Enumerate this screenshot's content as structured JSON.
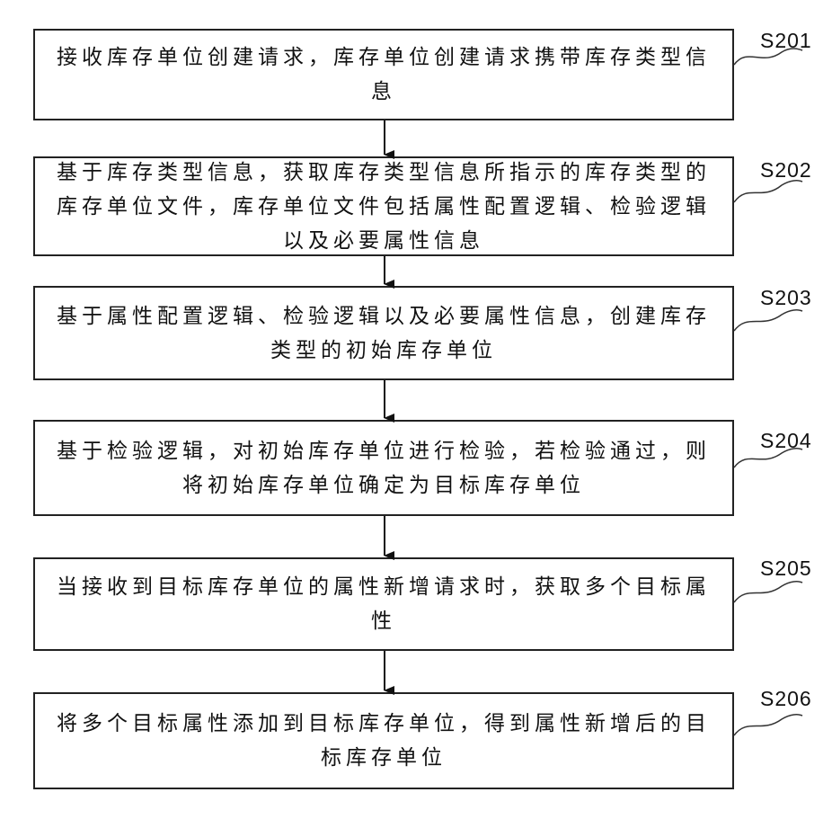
{
  "steps": [
    {
      "id": "S201",
      "text": "接收库存单位创建请求，库存单位创建请求携带库存类型信息"
    },
    {
      "id": "S202",
      "text": "基于库存类型信息，获取库存类型信息所指示的库存类型的库存单位文件，库存单位文件包括属性配置逻辑、检验逻辑以及必要属性信息"
    },
    {
      "id": "S203",
      "text": "基于属性配置逻辑、检验逻辑以及必要属性信息，创建库存类型的初始库存单位"
    },
    {
      "id": "S204",
      "text": "基于检验逻辑，对初始库存单位进行检验，若检验通过，则将初始库存单位确定为目标库存单位"
    },
    {
      "id": "S205",
      "text": "当接收到目标库存单位的属性新增请求时，获取多个目标属性"
    },
    {
      "id": "S206",
      "text": "将多个目标属性添加到目标库存单位，得到属性新增后的目标库存单位"
    }
  ]
}
